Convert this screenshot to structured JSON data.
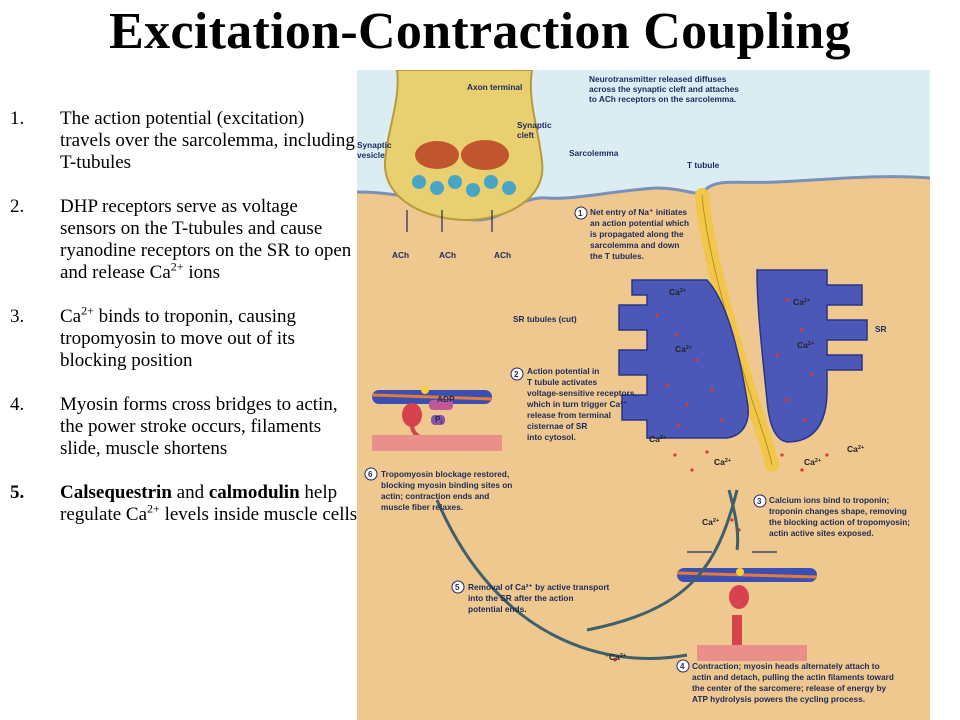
{
  "title": "Excitation-Contraction Coupling",
  "steps": [
    {
      "num": "1.",
      "text": "The action potential (excitation) travels over the sarcolemma, including T-tubules"
    },
    {
      "num": "2.",
      "text_a": "DHP receptors serve as voltage sensors on the T-tubules and cause ryanodine receptors on the SR to open and release Ca",
      "sup": "2+",
      "text_b": " ions"
    },
    {
      "num": "3.",
      "text_a": "Ca",
      "sup": "2+",
      "text_b": " binds to troponin, causing tropomyosin to move out of its blocking position"
    },
    {
      "num": "4.",
      "text": "Myosin forms cross bridges to actin, the power stroke occurs, filaments slide, muscle shortens"
    },
    {
      "num": "5.",
      "bold_a": "Calsequestrin",
      "mid": " and ",
      "bold_b": "calmodulin",
      "text_a": " help regulate Ca",
      "sup": "2+",
      "text_b": " levels inside muscle cells"
    }
  ],
  "diagram": {
    "labels": {
      "axon_terminal": "Axon terminal",
      "neurotransmitter_1": "Neurotransmitter released diffuses",
      "neurotransmitter_2": "across the synaptic cleft and attaches",
      "neurotransmitter_3": "to ACh receptors on the sarcolemma.",
      "synaptic_vesicle_1": "Synaptic",
      "synaptic_vesicle_2": "vesicle",
      "synaptic_cleft_1": "Synaptic",
      "synaptic_cleft_2": "cleft",
      "sarcolemma": "Sarcolemma",
      "t_tubule": "T tubule",
      "ach": "ACh",
      "sr_tubules": "SR tubules (cut)",
      "sr": "SR",
      "ca": "Ca",
      "ca_sup": "2+",
      "adp": "ADP",
      "pi": "P",
      "pi_sub": "i"
    },
    "callouts": {
      "c1_num": "1",
      "c1_lines": [
        "Net entry of Na⁺ initiates",
        "an action potential which",
        "is propagated along the",
        "sarcolemma and down",
        "the T tubules."
      ],
      "c2_num": "2",
      "c2_lines": [
        "Action potential in",
        "T tubule activates",
        "voltage-sensitive receptors,",
        "which in turn trigger Ca²⁺",
        "release from terminal",
        "cisternae of SR",
        "into cytosol."
      ],
      "c3_num": "3",
      "c3_lines": [
        "Calcium ions bind to troponin;",
        "troponin changes shape, removing",
        "the blocking action of tropomyosin;",
        "actin active sites exposed."
      ],
      "c4_num": "4",
      "c4_lines": [
        "Contraction; myosin heads alternately attach to",
        "actin and detach, pulling the actin filaments toward",
        "the center of the sarcomere; release of energy by",
        "ATP hydrolysis powers the cycling process."
      ],
      "c5_num": "5",
      "c5_lines": [
        "Removal of Ca²⁺ by active transport",
        "into the SR after the action",
        "potential ends."
      ],
      "c6_num": "6",
      "c6_lines": [
        "Tropomyosin blockage restored,",
        "blocking myosin binding sites on",
        "actin; contraction ends and",
        "muscle fiber relaxes."
      ]
    },
    "colors": {
      "cytoplasm": "#eec88f",
      "extracellular": "#dcecf3",
      "sr": "#4b58b8",
      "t_tubule": "#f1c64a",
      "terminal": "#e8cf6f",
      "arrow": "#3f5f6a",
      "ca_dot": "#d93a2b",
      "label": "#1e2a5a"
    }
  }
}
